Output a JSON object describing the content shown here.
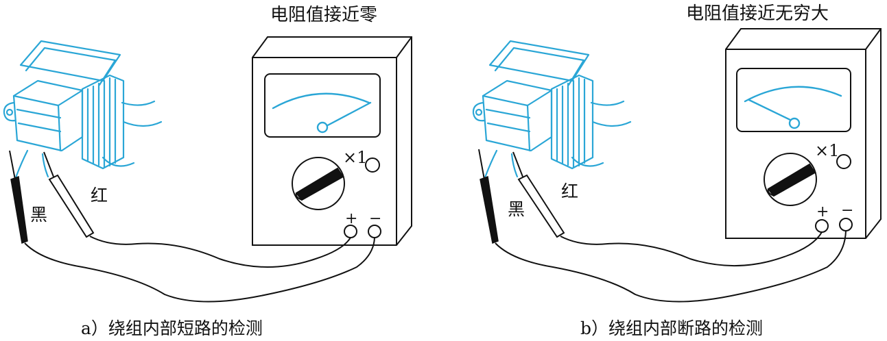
{
  "panel_a": {
    "reading_label": "电阻值接近零",
    "black_probe_label": "黑",
    "red_probe_label": "红",
    "range_label": "×1",
    "plus_sign": "+",
    "minus_sign": "−",
    "caption": "a）绕组内部短路的检测"
  },
  "panel_b": {
    "reading_label": "电阻值接近无穷大",
    "black_probe_label": "黑",
    "red_probe_label": "红",
    "range_label": "×1",
    "plus_sign": "+",
    "minus_sign": "−",
    "caption": "b）绕组内部断路的检测"
  },
  "colors": {
    "transformer": "#2aa6d6",
    "meter_outline": "#111111",
    "needle": "#2aa6d6",
    "probe_black": "#111111",
    "wire": "#111111"
  },
  "meter_readings": {
    "panel_a": "needle deflected toward zero (full right)",
    "panel_b": "needle at rest (infinity, left)"
  }
}
